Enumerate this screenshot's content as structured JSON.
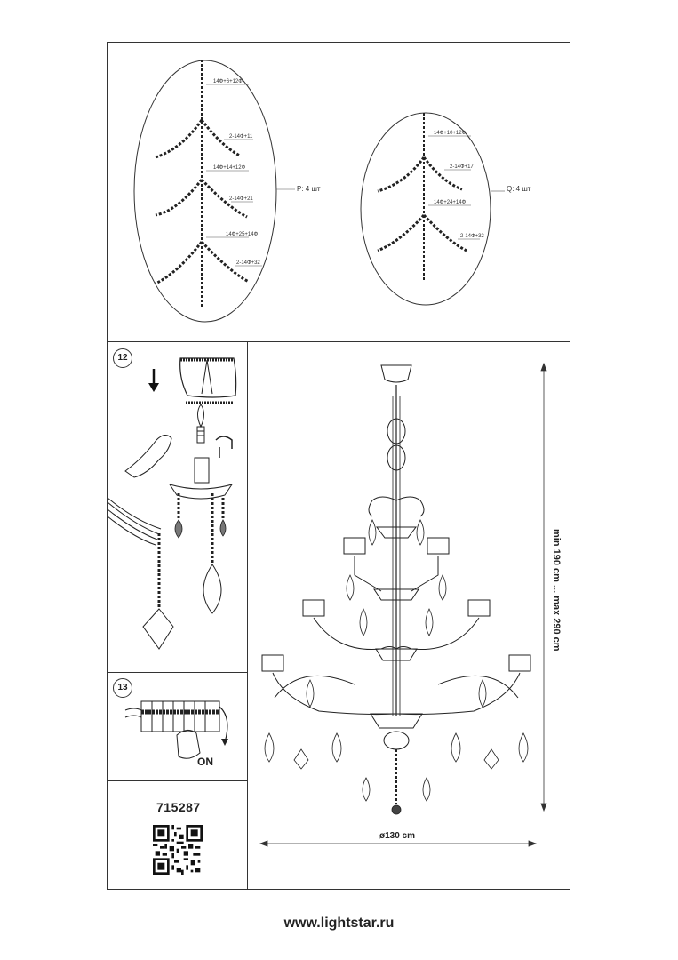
{
  "diagram_top": {
    "left_strand": {
      "labels": [
        "14Ф+6+12Ф",
        "2-14Ф+11",
        "14Ф+14+12Ф",
        "2-14Ф+21",
        "14Ф+25+14Ф",
        "2-14Ф+32"
      ],
      "caption": "P: 4 шт"
    },
    "right_strand": {
      "labels": [
        "14Ф+10+12Ф",
        "2-14Ф+17",
        "14Ф+24+14Ф",
        "2-14Ф+32"
      ],
      "caption": "Q: 4 шт"
    }
  },
  "steps": {
    "step12": {
      "number": "12"
    },
    "step13": {
      "number": "13",
      "switch_label": "ON"
    }
  },
  "product": {
    "code": "715287"
  },
  "dimensions": {
    "height": "min 190 cm ... max 290 cm",
    "diameter": "ø130 cm"
  },
  "footer": {
    "url": "www.lightstar.ru"
  }
}
